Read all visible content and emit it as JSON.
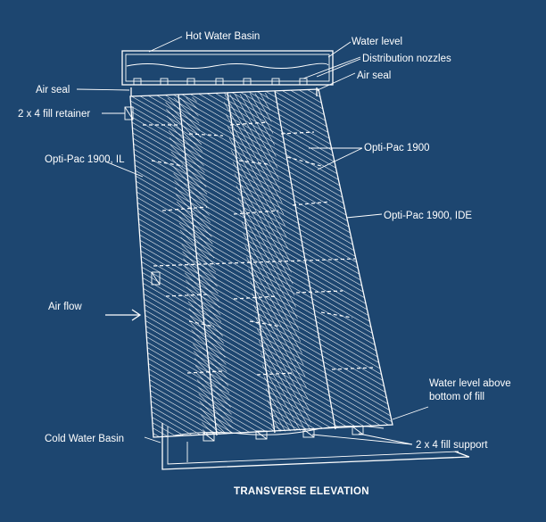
{
  "diagram": {
    "title": "TRANSVERSE ELEVATION",
    "labels": {
      "hot_water_basin": "Hot Water Basin",
      "water_level": "Water level",
      "distribution_nozzles": "Distribution nozzles",
      "air_seal_right": "Air seal",
      "air_seal_left": "Air seal",
      "fill_retainer": "2 x 4 fill retainer",
      "opti_pac_1900": "Opti-Pac 1900",
      "opti_pac_1900_il": "Opti-Pac 1900, IL",
      "opti_pac_1900_ide": "Opti-Pac 1900, IDE",
      "air_flow": "Air flow",
      "water_level_above_line1": "Water level above",
      "water_level_above_line2": "bottom of fill",
      "cold_water_basin": "Cold Water Basin",
      "fill_support": "2 x 4 fill support"
    },
    "colors": {
      "background": "#1d4670",
      "ink": "#ffffff"
    }
  }
}
